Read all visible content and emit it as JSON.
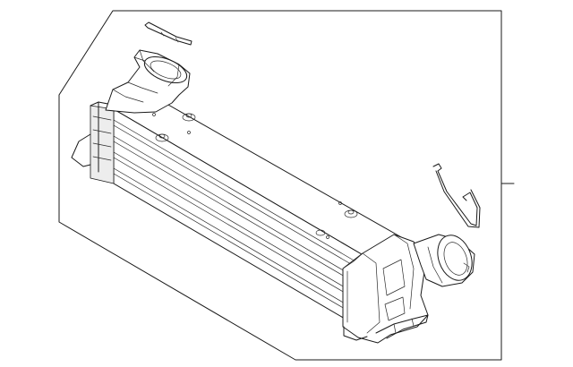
{
  "diagram": {
    "kind": "exploded-parts-illustration",
    "subject_icon": "intercooler-assembly-icon",
    "parts": [
      {
        "id": "core",
        "icon": "intercooler-core-icon"
      },
      {
        "id": "inlet-duct",
        "icon": "inlet-duct-icon"
      },
      {
        "id": "outlet-end-tank",
        "icon": "outlet-tank-icon"
      },
      {
        "id": "seal-strip",
        "icon": "seal-strip-icon"
      },
      {
        "id": "bracket-wire",
        "icon": "bracket-wire-icon"
      }
    ],
    "colors": {
      "line": "#1a1a1a",
      "background": "#ffffff",
      "shade": "#ededed"
    }
  }
}
